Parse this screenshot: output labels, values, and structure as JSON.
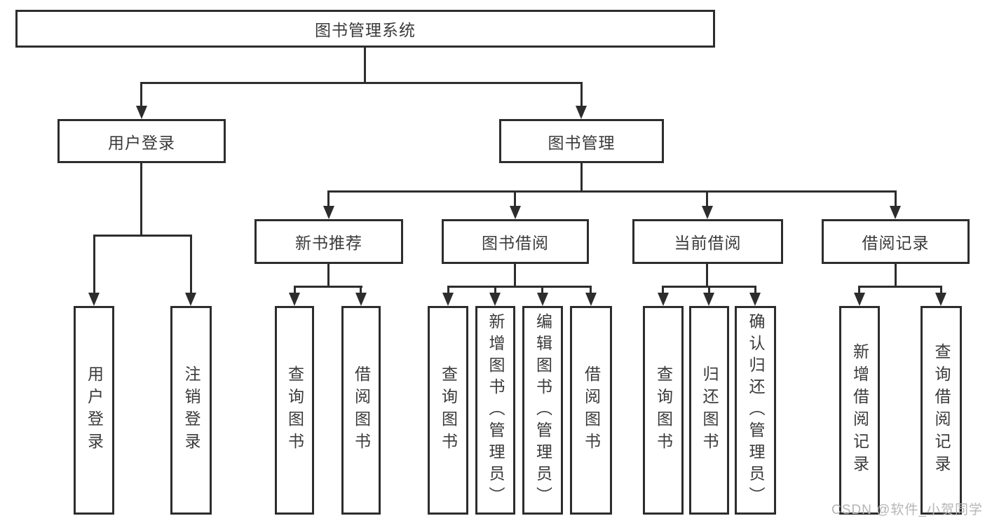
{
  "diagram": {
    "root": {
      "label": "图书管理系统"
    },
    "branches": {
      "user_login": {
        "label": "用户登录"
      },
      "book_management": {
        "label": "图书管理"
      }
    },
    "modules": {
      "new_book_recommend": {
        "label": "新书推荐"
      },
      "book_borrow": {
        "label": "图书借阅"
      },
      "current_borrow": {
        "label": "当前借阅"
      },
      "borrow_records": {
        "label": "借阅记录"
      }
    },
    "leaves": {
      "login_user_login": {
        "label": "用户登录"
      },
      "login_logout": {
        "label": "注销登录"
      },
      "rec_query_books": {
        "label": "查询图书"
      },
      "rec_borrow_books": {
        "label": "借阅图书"
      },
      "bb_query_books": {
        "label": "查询图书"
      },
      "bb_add_books": {
        "label": "新增图书（管理员）"
      },
      "bb_edit_books": {
        "label": "编辑图书（管理员）"
      },
      "bb_borrow_books": {
        "label": "借阅图书"
      },
      "cb_query_books": {
        "label": "查询图书"
      },
      "cb_return_books": {
        "label": "归还图书"
      },
      "cb_confirm_return": {
        "label": "确认归还（管理员）"
      },
      "br_add_record": {
        "label": "新增借阅记录"
      },
      "br_query_record": {
        "label": "查询借阅记录"
      }
    }
  },
  "watermark": {
    "text": "CSDN @软件_小贺同学"
  },
  "colors": {
    "line": "#2d2d2d",
    "text": "#3a3a3a",
    "watermark": "#b5b5b5",
    "background": "#ffffff"
  }
}
